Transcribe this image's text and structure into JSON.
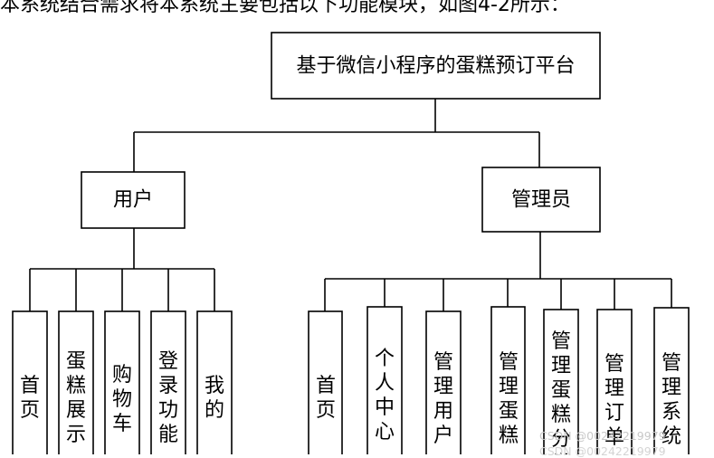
{
  "intro_text": "本系统结合需求将本系统主要包括以下功能模块，如图4-2所示：",
  "root": {
    "label": "基于微信小程序的蛋糕预订平台"
  },
  "branches": [
    {
      "label": "用户",
      "leaves": [
        "首页",
        "蛋糕展示",
        "购物车",
        "登录功能",
        "我的"
      ]
    },
    {
      "label": "管理员",
      "leaves": [
        "首页",
        "个人中心",
        "管理用户",
        "管理蛋糕",
        "管理蛋糕分类",
        "管理订单",
        "管理系统"
      ]
    }
  ],
  "watermark": "CSDN @00242219979",
  "watermark2": "CSDN @00242219979"
}
